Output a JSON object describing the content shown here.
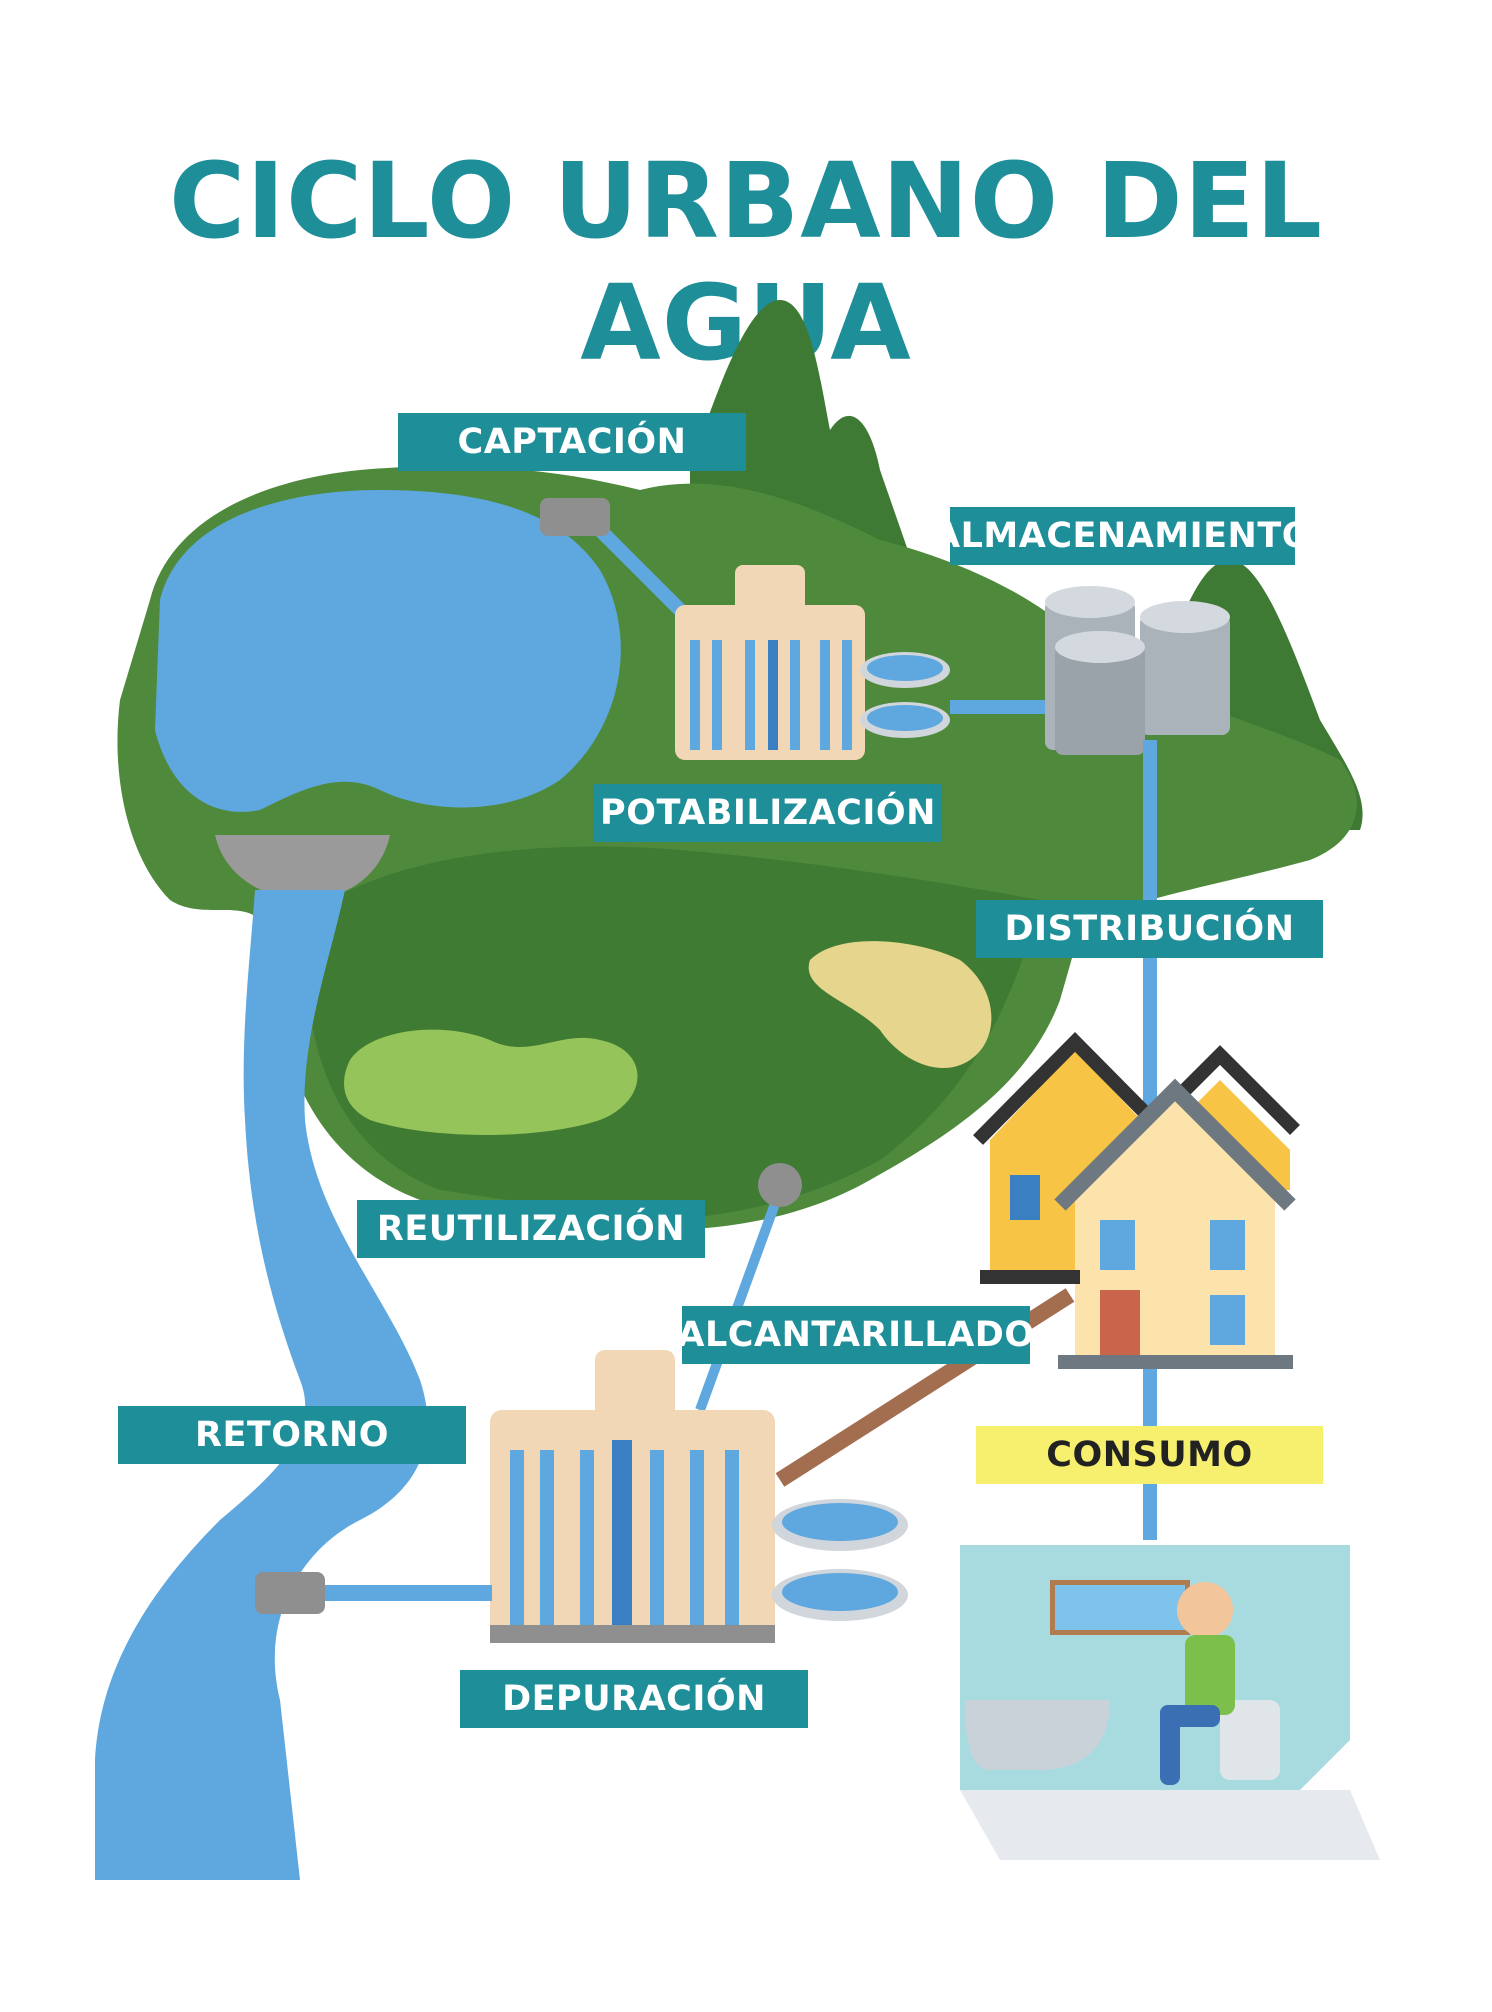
{
  "title": "CICLO URBANO DEL AGUA",
  "stages": {
    "captacion": "CAPTACIÓN",
    "almacenamiento": "ALMACENAMIENTO",
    "potabilizacion": "POTABILIZACIÓN",
    "distribucion": "DISTRIBUCIÓN",
    "reutilizacion": "REUTILIZACIÓN",
    "alcantarillado": "ALCANTARILLADO",
    "retorno": "RETORNO",
    "consumo": "CONSUMO",
    "depuracion": "DEPURACIÓN"
  },
  "colors": {
    "label_bg": "#1e8e99",
    "consumo_bg": "#f7ef6e",
    "water": "#5ea8df",
    "land": "#4f8a3c",
    "mountain": "#3f7a34",
    "sewer": "#a26e4f"
  }
}
